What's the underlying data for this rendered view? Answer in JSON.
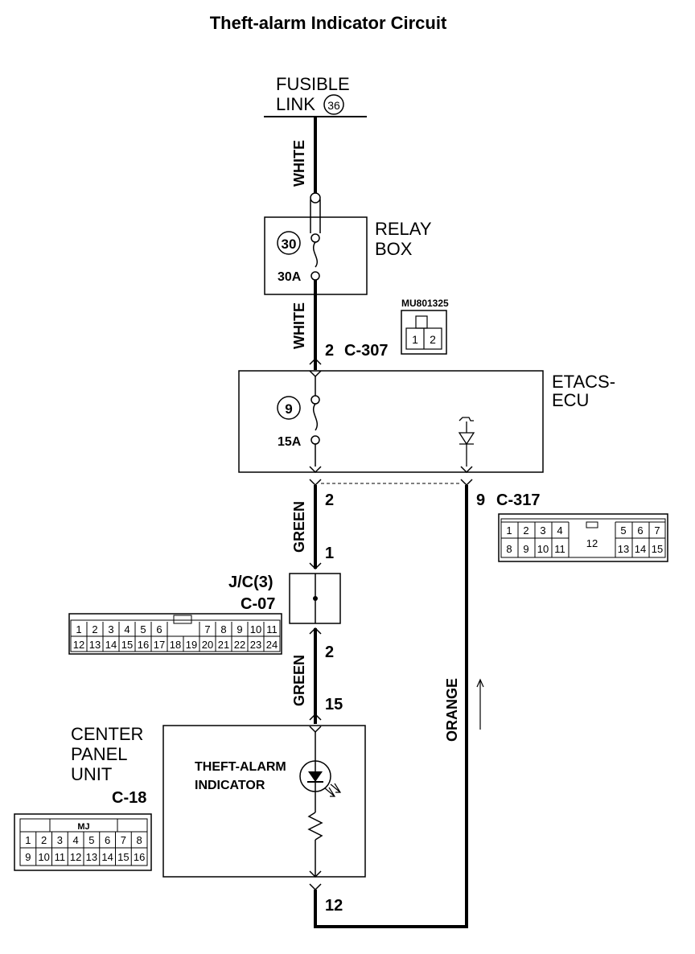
{
  "title": "Theft-alarm Indicator Circuit",
  "fusible_link": {
    "label_line1": "FUSIBLE",
    "label_line2": "LINK",
    "number": "36"
  },
  "wires": {
    "white_top": "WHITE",
    "white_mid": "WHITE",
    "green_top": "GREEN",
    "green_bottom": "GREEN",
    "orange": "ORANGE"
  },
  "relay_box": {
    "label_line1": "RELAY",
    "label_line2": "BOX",
    "fuse_number": "30",
    "fuse_rating": "30A"
  },
  "connector_mu": {
    "part": "MU801325",
    "pins": [
      "1",
      "2"
    ]
  },
  "c307": {
    "pin": "2",
    "id": "C-307"
  },
  "etacs": {
    "label_line1": "ETACS-",
    "label_line2": "ECU",
    "fuse_number": "9",
    "fuse_rating": "15A"
  },
  "c317": {
    "pin_left": "2",
    "pin_right": "9",
    "id": "C-317",
    "pins_top": [
      "1",
      "2",
      "3",
      "4",
      "5",
      "6",
      "7"
    ],
    "pins_bottom": [
      "8",
      "9",
      "10",
      "11",
      "13",
      "14",
      "15"
    ],
    "pin_center": "12"
  },
  "jc": {
    "label": "J/C(3)",
    "id": "C-07",
    "pin_top": "1",
    "pin_bottom": "2",
    "pins_top": [
      "1",
      "2",
      "3",
      "4",
      "5",
      "6",
      "7",
      "8",
      "9",
      "10",
      "11"
    ],
    "pins_bottom": [
      "12",
      "13",
      "14",
      "15",
      "16",
      "17",
      "18",
      "19",
      "20",
      "21",
      "22",
      "23",
      "24"
    ]
  },
  "center_panel": {
    "label_line1": "CENTER",
    "label_line2": "PANEL",
    "label_line3": "UNIT",
    "id": "C-18",
    "indicator_line1": "THEFT-ALARM",
    "indicator_line2": "INDICATOR",
    "pin_top": "15",
    "pin_bottom": "12",
    "conn_tag": "MJ",
    "pins_top": [
      "1",
      "2",
      "3",
      "4",
      "5",
      "6",
      "7",
      "8"
    ],
    "pins_bottom": [
      "9",
      "10",
      "11",
      "12",
      "13",
      "14",
      "15",
      "16"
    ]
  }
}
